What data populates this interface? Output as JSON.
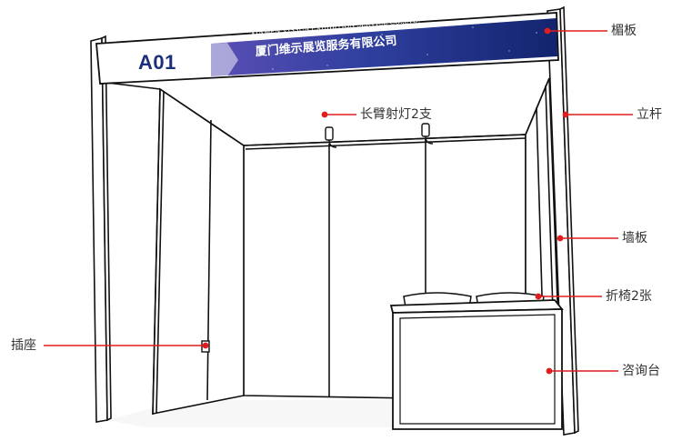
{
  "booth": {
    "number": "A01",
    "company_en": "XIAMEN VISSUA EXHIBITION SERVICE CO.,LTD.",
    "company_cn": "厦门维示展览服务有限公司"
  },
  "callouts": {
    "fascia": "楣板",
    "post": "立杆",
    "spotlight": "长臂射灯2支",
    "wall_panel": "墙板",
    "chairs": "折椅2张",
    "socket": "插座",
    "info_desk": "咨询台"
  },
  "colors": {
    "accent": "#e11d1d",
    "banner": "#1b2f7a",
    "outline": "#111111"
  }
}
